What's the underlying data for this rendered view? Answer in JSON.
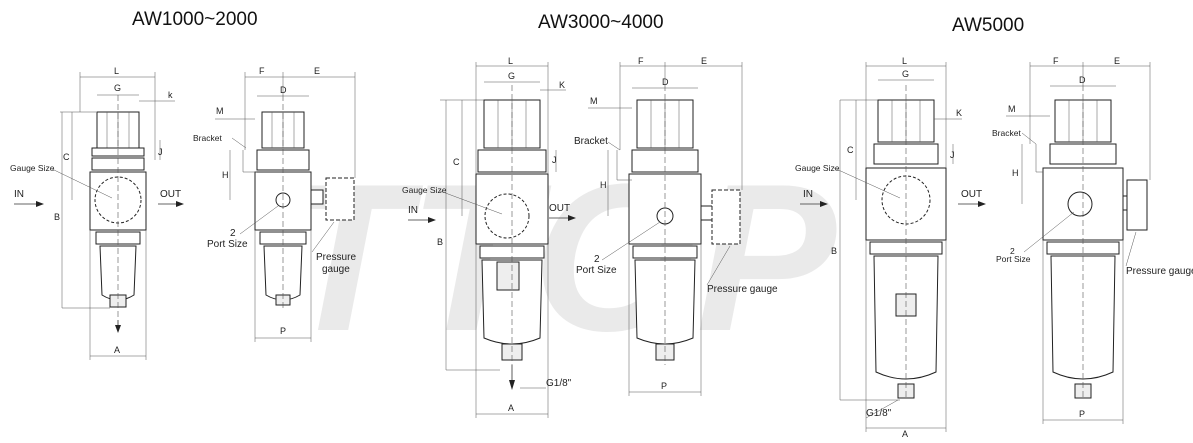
{
  "titles": {
    "t1": "AW1000~2000",
    "t2": "AW3000~4000",
    "t3": "AW5000"
  },
  "watermark": "TTOP",
  "dims": {
    "L": "L",
    "G": "G",
    "k_lower": "k",
    "K": "K",
    "C": "C",
    "J": "J",
    "B": "B",
    "A": "A",
    "F": "F",
    "E": "E",
    "D": "D",
    "M": "M",
    "H": "H",
    "P": "P"
  },
  "labels": {
    "gauge_size": "Gauge Size",
    "in": "IN",
    "out": "OUT",
    "bracket": "Bracket",
    "port_num": "2",
    "port_size": "Port Size",
    "pressure_gauge": "Pressure gauge",
    "pressure": "Pressure",
    "gauge": "gauge",
    "drain": "G1/8\""
  }
}
